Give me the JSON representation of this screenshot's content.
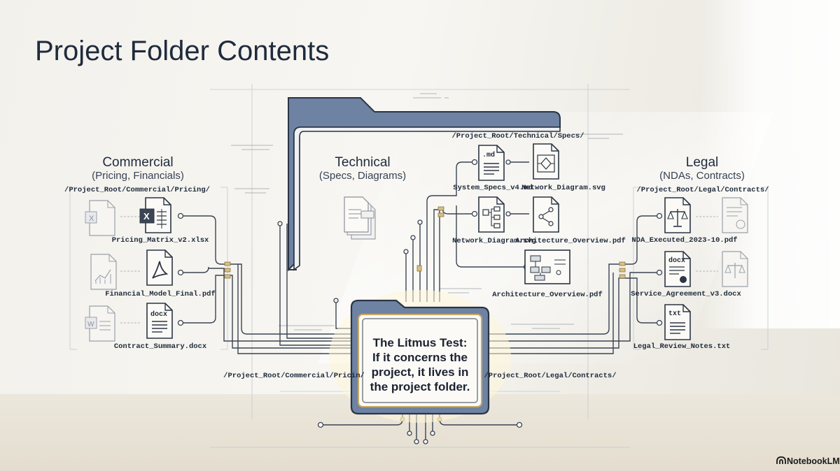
{
  "slide": {
    "title": "Project Folder Contents",
    "brand": "NotebookLM"
  },
  "commercial": {
    "title": "Commercial",
    "subtitle": "(Pricing, Financials)",
    "path": "/Project_Root/Commercial/Pricing/",
    "files": [
      {
        "name": "Pricing_Matrix_v2.xlsx",
        "icon": "excel-icon",
        "tag": "X"
      },
      {
        "name": "Financial_Model_Final.pdf",
        "icon": "pdf-icon",
        "tag": ""
      },
      {
        "name": "Contract_Summary.docx",
        "icon": "docx-icon",
        "tag": "docx"
      }
    ]
  },
  "technical": {
    "title": "Technical",
    "subtitle": "(Specs, Diagrams)",
    "path": "/Project_Root/Technical/Specs/",
    "files": [
      {
        "name": "System_Specs_v4.md",
        "icon": "markdown-icon",
        "tag": ".md"
      },
      {
        "name": "Network_Diagram.svg",
        "icon": "diagram-icon",
        "tag": ""
      },
      {
        "name": "Network_Diagram.svg",
        "icon": "network-icon",
        "tag": ""
      },
      {
        "name": "Architecture_Overview.pdf",
        "icon": "architecture-icon",
        "tag": ""
      },
      {
        "name": "Architecture_Overview.pdf",
        "icon": "blueprint-icon",
        "tag": ""
      }
    ]
  },
  "legal": {
    "title": "Legal",
    "subtitle": "(NDAs, Contracts)",
    "path": "/Project_Root/Legal/Contracts/",
    "files": [
      {
        "name": "NDA_Executed_2023-10.pdf",
        "icon": "scales-icon",
        "tag": ""
      },
      {
        "name": "Service_Agreement_v3.docx",
        "icon": "contract-icon",
        "tag": "docx"
      },
      {
        "name": "Legal_Review_Notes.txt",
        "icon": "txt-icon",
        "tag": "txt"
      }
    ]
  },
  "center": {
    "lines": [
      "The Litmus Test:",
      "If it concerns the",
      "project, it lives in",
      "the project folder."
    ],
    "left_path": "/Project_Root/Commercial/Pricin/",
    "right_path": "/Project_Root/Legal/Contracts/"
  },
  "colors": {
    "ink": "#1f2b3c",
    "line": "#3a4454",
    "folder_blue": "#6e83a3",
    "gold": "#c9a764",
    "card": "#fbfaf6"
  }
}
